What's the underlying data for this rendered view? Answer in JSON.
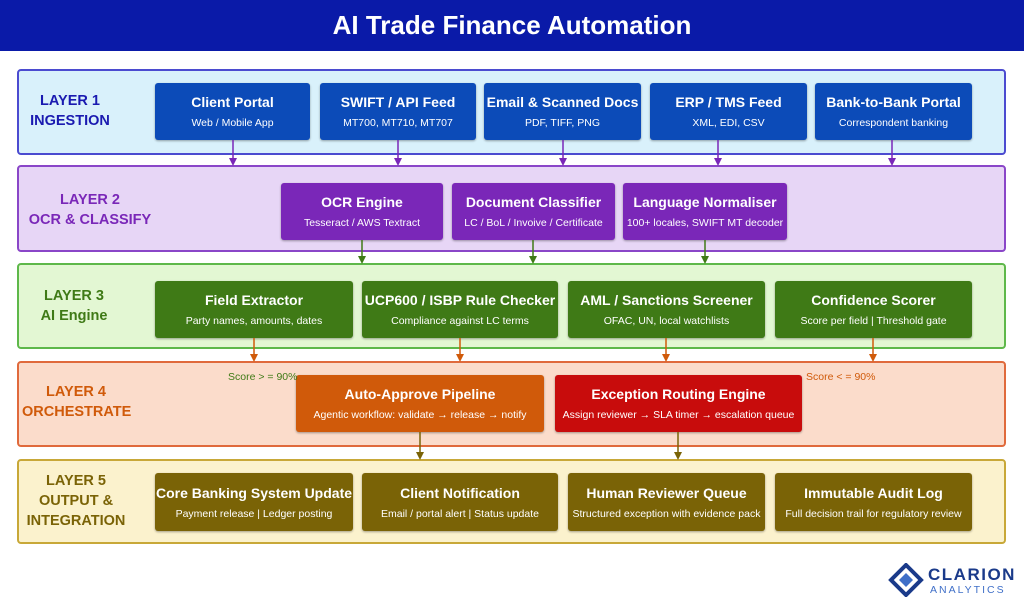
{
  "title": "AI Trade Finance Automation",
  "layers": [
    {
      "label": "LAYER 1\nINGESTION",
      "boxes": [
        {
          "title": "Client Portal",
          "sub": "Web / Mobile App"
        },
        {
          "title": "SWIFT / API Feed",
          "sub": "MT700, MT710, MT707"
        },
        {
          "title": "Email & Scanned Docs",
          "sub": "PDF, TIFF, PNG"
        },
        {
          "title": "ERP / TMS Feed",
          "sub": "XML, EDI, CSV"
        },
        {
          "title": "Bank-to-Bank Portal",
          "sub": "Correspondent banking"
        }
      ]
    },
    {
      "label": "LAYER 2\nOCR & CLASSIFY",
      "boxes": [
        {
          "title": "OCR Engine",
          "sub": "Tesseract / AWS Textract"
        },
        {
          "title": "Document Classifier",
          "sub": "LC / BoL / Invoive / Certificate"
        },
        {
          "title": "Language Normaliser",
          "sub": "100+ locales, SWIFT MT decoder"
        }
      ]
    },
    {
      "label": "LAYER 3\nAI Engine",
      "boxes": [
        {
          "title": "Field Extractor",
          "sub": "Party names, amounts, dates"
        },
        {
          "title": "UCP600 / ISBP Rule Checker",
          "sub": "Compliance against LC terms"
        },
        {
          "title": "AML / Sanctions Screener",
          "sub": "OFAC, UN, local watchlists"
        },
        {
          "title": "Confidence Scorer",
          "sub": "Score per field | Threshold gate"
        }
      ]
    },
    {
      "label": "LAYER 4\nORCHESTRATE",
      "boxes": [
        {
          "title": "Auto-Approve Pipeline",
          "sub": "Agentic workflow: validate → release → notify"
        },
        {
          "title": "Exception Routing Engine",
          "sub": "Assign reviewer → SLA timer → escalation queue"
        }
      ]
    },
    {
      "label": "LAYER 5\nOUTPUT &\nINTEGRATION",
      "boxes": [
        {
          "title": "Core Banking System Update",
          "sub": "Payment release | Ledger posting"
        },
        {
          "title": "Client Notification",
          "sub": "Email / portal alert | Status update"
        },
        {
          "title": "Human Reviewer Queue",
          "sub": "Structured exception with evidence pack"
        },
        {
          "title": "Immutable Audit Log",
          "sub": "Full decision trail for regulatory review"
        }
      ]
    }
  ],
  "gates": {
    "approve": "Score > = 90%",
    "exception": "Score < = 90%"
  },
  "logo": {
    "name": "CLARION",
    "tagline": "ANALYTICS"
  },
  "colors": {
    "header": "#0a1aa8",
    "layer1_fill": "#d9f1fb",
    "layer1_border": "#4b4bd0",
    "layer1_box": "#0c4bb8",
    "layer2_fill": "#e7d6f6",
    "layer2_border": "#8a46c8",
    "layer2_box": "#7a27b8",
    "layer3_fill": "#e3f7d3",
    "layer3_border": "#5eb84a",
    "layer3_box": "#3f7a16",
    "layer4_fill": "#fbdccb",
    "layer4_border": "#e06a3c",
    "approve_box": "#d05a0a",
    "exception_box": "#c80c0c",
    "layer5_fill": "#fbf2cd",
    "layer5_border": "#c8a838",
    "layer5_box": "#7a6306"
  }
}
